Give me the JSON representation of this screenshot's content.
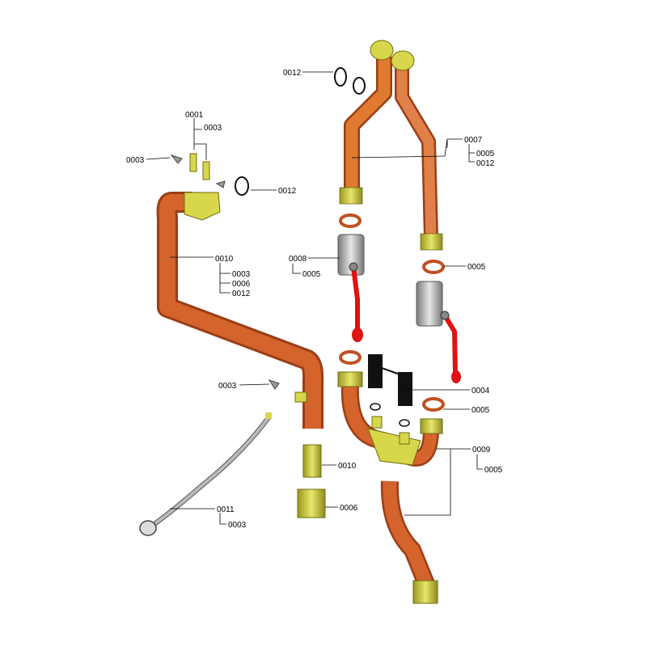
{
  "colors": {
    "copper": "#d4632c",
    "copper_dark": "#9a3e16",
    "copper_light": "#ef8a4d",
    "brass": "#d8d64a",
    "brass_dark": "#8e8c20",
    "steel": "#b4b4b4",
    "handle_red": "#e01212",
    "hose": "#a8a8a8"
  },
  "labels": {
    "l0012_top": "0012",
    "l0007": "0007",
    "l0007_0005": "0005",
    "l0007_0012": "0012",
    "l0001": "0001",
    "l0001_0003": "0003",
    "l0003_clip": "0003",
    "l0012_oring": "0012",
    "l0010": "0010",
    "l0010_0003": "0003",
    "l0010_0006": "0006",
    "l0010_0012": "0012",
    "l0008": "0008",
    "l0008_0005": "0005",
    "l0005_right": "0005",
    "l0003_mid": "0003",
    "l0004": "0004",
    "l0005_lower": "0005",
    "l0009": "0009",
    "l0009_0005": "0005",
    "l0010_sleeve": "0010",
    "l0006_nut": "0006",
    "l0011": "0011",
    "l0011_0003": "0003"
  }
}
